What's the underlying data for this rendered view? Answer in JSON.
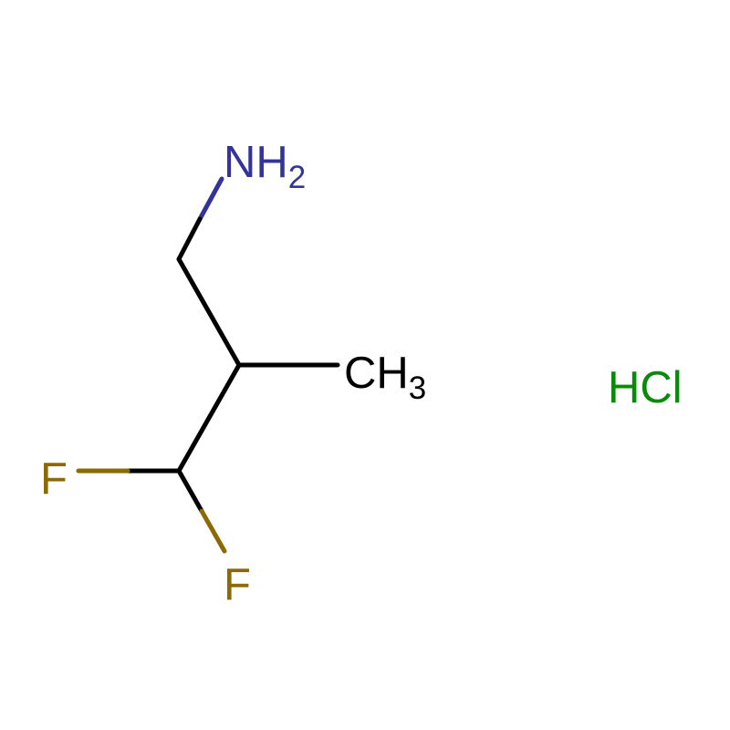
{
  "molecule": {
    "amine": {
      "label": "NH",
      "subscript": "2"
    },
    "methyl": {
      "label": "CH",
      "subscript": "3"
    },
    "fluorine_1": {
      "label": "F"
    },
    "fluorine_2": {
      "label": "F"
    },
    "salt": {
      "label": "HCl"
    }
  },
  "colors": {
    "bond": "#000000",
    "nitrogen": "#33339a",
    "fluorine": "#8b6a06",
    "chlorine": "#0a8a0a",
    "carbon": "#000000"
  }
}
